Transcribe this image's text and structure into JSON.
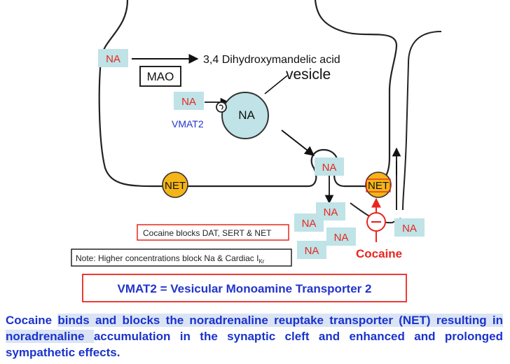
{
  "diagram": {
    "na_label": "NA",
    "net_label": "NET",
    "mao_label": "MAO",
    "metabolite_label": "3,4 Dihydroxymandelic acid",
    "vesicle_label": "vesicle",
    "vmat2_label": "VMAT2",
    "cocaine_label": "Cocaine",
    "cocaine_blocks_note": "Cocaine blocks DAT, SERT & NET",
    "higher_conc_note": "Note: Higher concentrations block Na & Cardiac I",
    "higher_conc_subscript": "Kr",
    "vmat2_definition": "VMAT2 = Vesicular Monoamine Transporter 2",
    "colors": {
      "na_box": "#bfe3e6",
      "na_text": "#e8261f",
      "net_fill": "#f5b418",
      "cocaine_red": "#e8261f",
      "vmat2_blue": "#2233cc",
      "caption_blue": "#1a33cc",
      "caption_highlight": "#dbe4f5"
    }
  },
  "caption": {
    "part1": "Cocaine ",
    "highlight1": "binds and blocks the noradrenaline reuptake transporter (NET) resulting in noradrenaline ",
    "part2": "accumulation in the synaptic cleft and enhanced and prolonged sympathetic effects."
  }
}
